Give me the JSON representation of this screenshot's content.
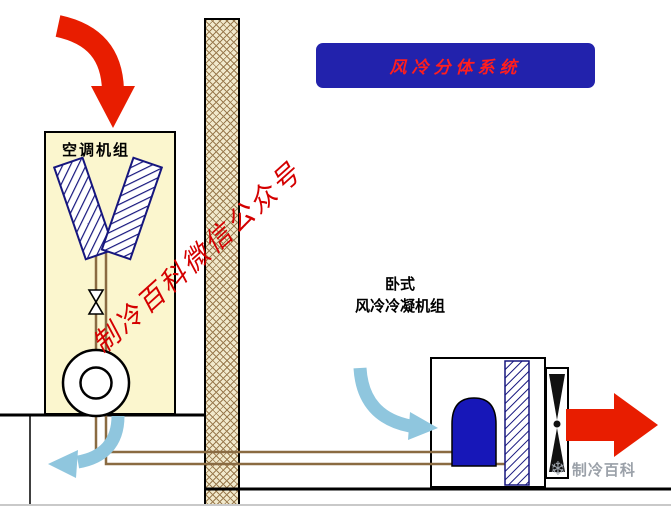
{
  "title_banner": {
    "text": "风冷分体系统"
  },
  "indoor_unit": {
    "label": "空调机组"
  },
  "outdoor_unit": {
    "label_line1": "卧式",
    "label_line2": "风冷冷凝机组"
  },
  "watermarks": {
    "diagonal_text": "制冷百科微信公众号",
    "logo_icon": "❄",
    "logo_text": "制冷百科"
  },
  "colors": {
    "banner_bg": "#2222AC",
    "banner_text": "#FF1E1E",
    "arrow_red": "#E81D00",
    "arrow_blue": "#8FC6DE",
    "indoor_fill": "#FBF6CE",
    "coil_stroke": "#16167E",
    "wall_fill": "#F1E9CC",
    "wall_line": "#9A7B4F",
    "pipe": "#8A6B42",
    "compressor": "#1717B8",
    "watermark_red": "#D40000",
    "logo_gray": "#9BA1A9"
  }
}
